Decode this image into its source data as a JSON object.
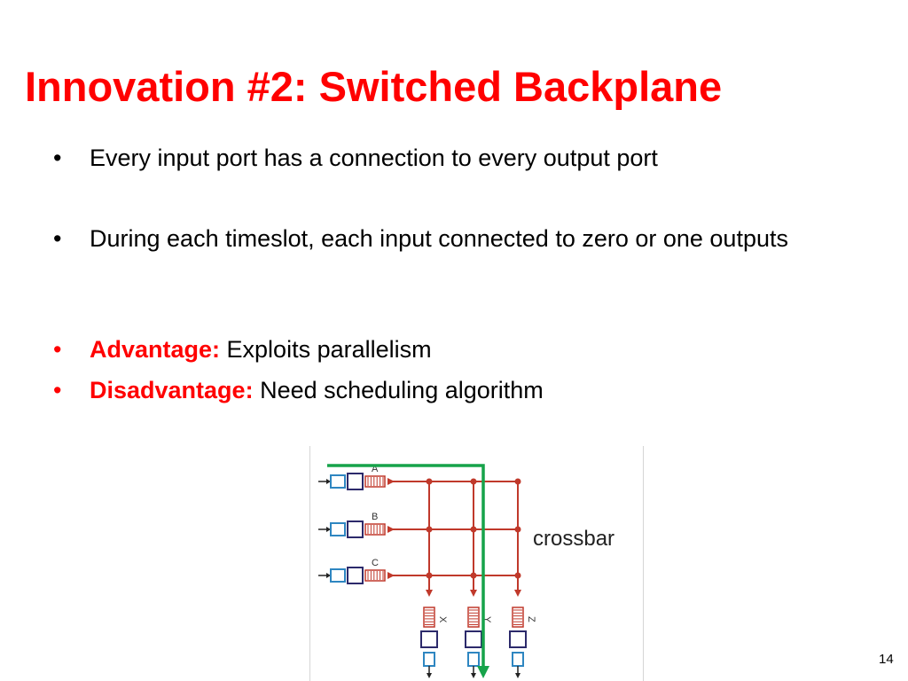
{
  "slide": {
    "title": "Innovation #2: Switched Backplane",
    "title_color": "#ff0000",
    "accent_color": "#ff0000",
    "page_number": "14"
  },
  "bullets": [
    {
      "glyph": "•",
      "text": "Every input port has a connection to every output port"
    },
    {
      "glyph": "•",
      "text": "During each timeslot, each input connected to zero or one outputs"
    },
    {
      "glyph": "•",
      "keyword": "Advantage:",
      "text": " Exploits parallelism"
    },
    {
      "glyph": "•",
      "keyword": "Disadvantage:",
      "text": " Need scheduling algorithm"
    }
  ],
  "diagram": {
    "label": "crossbar",
    "inputs": [
      "A",
      "B",
      "C"
    ],
    "outputs": [
      "X",
      "Y",
      "Z"
    ],
    "colors": {
      "grid": "#c0392b",
      "path": "#16a34a",
      "outer_buffer": "#2e86c1",
      "inner_buffer": "#2c2a6b",
      "queue": "#c0392b",
      "arrow": "#222222"
    }
  }
}
